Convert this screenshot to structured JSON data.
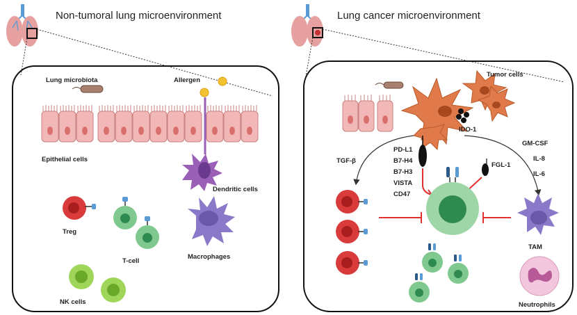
{
  "left_panel": {
    "title": "Non-tumoral lung microenvironment",
    "labels": {
      "microbiota": "Lung microbiota",
      "allergen": "Allergen",
      "epithelial": "Epithelial cells",
      "dendritic": "Dendritic cells",
      "treg": "Treg",
      "tcell": "T-cell",
      "macrophages": "Macrophages",
      "nk": "NK cells"
    }
  },
  "right_panel": {
    "title": "Lung cancer microenvironment",
    "labels": {
      "tumor": "Tumor cells",
      "ido": "IDO-1",
      "tgf": "TGF-β",
      "checkpoints": [
        "PD-L1",
        "B7-H4",
        "B7-H3",
        "VISTA",
        "CD47"
      ],
      "fgl": "FGL-1",
      "cytokines": [
        "GM-CSF",
        "IL-8",
        "IL-6"
      ],
      "tam": "TAM",
      "neutrophils": "Neutrophils"
    }
  },
  "colors": {
    "epithelial": "#f2b8b8",
    "tumor": "#e07a4a",
    "treg": "#d93a3a",
    "tcell": "#7fc98f",
    "nk": "#9fd65a",
    "macrophage": "#8a78c8",
    "dendritic": "#9a60b8",
    "inhibition": "#e03030",
    "lung": "#e6a0a0"
  }
}
